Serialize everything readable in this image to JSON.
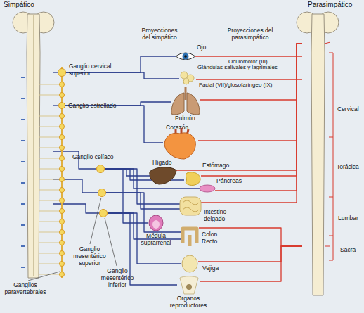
{
  "diagram": {
    "nodes": [
      {
        "text": [
          "Simpático"
        ]
      },
      {
        "text": [
          "Parasimpático"
        ]
      },
      {
        "text": [
          "Ganglio cervical superior"
        ]
      },
      {
        "text": [
          "Ganglio estrellado"
        ]
      },
      {
        "text": [
          "Ojo"
        ]
      },
      {
        "text": [
          "Glándulas salivales y lagrimales"
        ]
      },
      {
        "text": [
          "Pulmón"
        ]
      },
      {
        "text": [
          "Corazón"
        ]
      },
      {
        "text": [
          "Ganglio celíaco"
        ]
      },
      {
        "text": [
          "Hígado"
        ]
      },
      {
        "text": [
          "Estómago"
        ]
      },
      {
        "text": [
          "Páncreas"
        ]
      },
      {
        "text": [
          "Intestino delgado"
        ]
      },
      {
        "text": [
          "Médula suprarrenal"
        ]
      },
      {
        "text": [
          "Colon Recto"
        ]
      },
      {
        "text": [
          "Vejiga"
        ]
      },
      {
        "text": [
          "Ganglio mesentérico superior"
        ]
      },
      {
        "text": [
          "Ganglio mesentérico inferior"
        ]
      },
      {
        "text": [
          "Órganos reproductores"
        ]
      }
    ],
    "edges": [
      {
        "from": 0,
        "to": 2,
        "arrow": "none"
      },
      {
        "from": 0,
        "to": 3,
        "arrow": "none"
      },
      {
        "from": 0,
        "to": 8,
        "arrow": "none"
      },
      {
        "from": 0,
        "to": 16,
        "arrow": "none"
      },
      {
        "from": 0,
        "to": 17,
        "arrow": "none"
      },
      {
        "from": 2,
        "to": 4,
        "arrow": "none"
      },
      {
        "from": 2,
        "to": 5,
        "arrow": "none"
      },
      {
        "from": 3,
        "to": 6,
        "arrow": "none"
      },
      {
        "from": 3,
        "to": 7,
        "arrow": "none"
      },
      {
        "from": 8,
        "to": 9,
        "arrow": "none"
      },
      {
        "from": 8,
        "to": 10,
        "arrow": "none"
      },
      {
        "from": 8,
        "to": 11,
        "arrow": "none"
      },
      {
        "from": 8,
        "to": 12,
        "arrow": "none"
      },
      {
        "from": 8,
        "to": 13,
        "arrow": "none"
      },
      {
        "from": 16,
        "to": 12,
        "arrow": "none"
      },
      {
        "from": 16,
        "to": 14,
        "arrow": "none"
      },
      {
        "from": 17,
        "to": 14,
        "arrow": "none"
      },
      {
        "from": 17,
        "to": 15,
        "arrow": "none"
      },
      {
        "from": 17,
        "to": 18,
        "arrow": "none"
      },
      {
        "from": 1,
        "to": 4,
        "label": "Oculomotor (III)",
        "arrow": "none"
      },
      {
        "from": 1,
        "to": 5,
        "label": "Facial (VII)/glosofaríngeo (IX)",
        "arrow": "none"
      },
      {
        "from": 1,
        "to": 6,
        "arrow": "none"
      },
      {
        "from": 1,
        "to": 7,
        "arrow": "none"
      },
      {
        "from": 1,
        "to": 9,
        "arrow": "none"
      },
      {
        "from": 1,
        "to": 10,
        "arrow": "none"
      },
      {
        "from": 1,
        "to": 11,
        "arrow": "none"
      },
      {
        "from": 1,
        "to": 12,
        "arrow": "none"
      },
      {
        "from": 1,
        "to": 14,
        "arrow": "none"
      },
      {
        "from": 1,
        "to": 15,
        "arrow": "none"
      },
      {
        "from": 1,
        "to": 18,
        "arrow": "none"
      }
    ],
    "labels": [
      "Proyecciones del simpático",
      "Proyecciones del parasimpático",
      "Ganglios paravertebrales",
      "Cervical",
      "Torácica",
      "Lumbar",
      "Sacra"
    ]
  }
}
